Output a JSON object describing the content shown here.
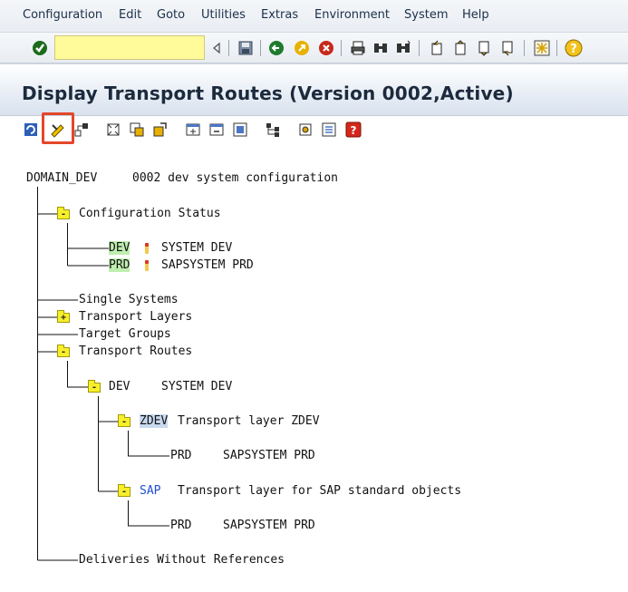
{
  "menu": [
    "Configuration",
    "Edit",
    "Goto",
    "Utilities",
    "Extras",
    "Environment",
    "System",
    "Help"
  ],
  "toolbar": {
    "command_field_value": "",
    "icons": [
      "enter-icon",
      "history-icon",
      "save-icon",
      "back-icon",
      "exit-icon",
      "cancel-icon",
      "print-icon",
      "find-icon",
      "find-next-icon",
      "first-page-icon",
      "previous-page-icon",
      "next-page-icon",
      "last-page-icon",
      "layout-icon",
      "help-icon"
    ]
  },
  "title": "Display Transport Routes (Version 0002,Active)",
  "app_toolbar_icons": [
    "refresh-icon",
    "display-change-icon",
    "graphical-editor-icon",
    "expand-all-icon",
    "collapse-icon",
    "sub-tree-icon",
    "insert-icon",
    "delete-icon",
    "save-as-icon",
    "hierarchy-icon",
    "settings-icon",
    "legend-icon",
    "help-red-icon"
  ],
  "tree": {
    "root": {
      "name": "DOMAIN_DEV",
      "description": "0002 dev system configuration"
    },
    "config_status": {
      "label": "Configuration Status",
      "systems": [
        {
          "sid": "DEV",
          "description": "SYSTEM DEV"
        },
        {
          "sid": "PRD",
          "description": "SAPSYSTEM PRD"
        }
      ]
    },
    "single_systems": "Single Systems",
    "transport_layers": "Transport Layers",
    "target_groups": "Target Groups",
    "transport_routes": {
      "label": "Transport Routes",
      "source": {
        "sid": "DEV",
        "description": "SYSTEM DEV"
      },
      "layers": [
        {
          "name": "ZDEV",
          "description": "Transport layer ZDEV",
          "target_sid": "PRD",
          "target_desc": "SAPSYSTEM PRD"
        },
        {
          "name": "SAP",
          "description": "Transport layer for SAP standard objects",
          "target_sid": "PRD",
          "target_desc": "SAPSYSTEM PRD"
        }
      ]
    },
    "deliveries": "Deliveries Without References"
  }
}
